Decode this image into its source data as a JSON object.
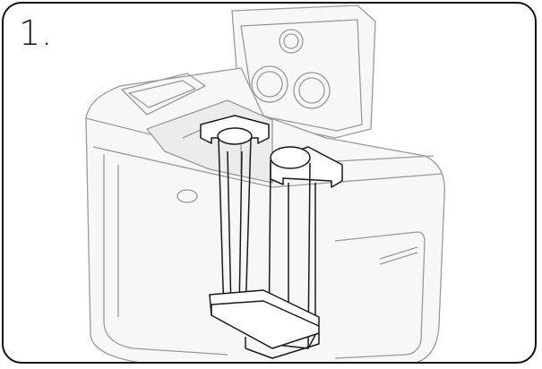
{
  "step_label": "1.",
  "colors": {
    "frame": "#111111",
    "device_outline": "#9a9a9a",
    "device_fill": "#f7f7f7",
    "cartridge_outline": "#1a1a1a"
  },
  "icons": [
    "printer-device-illustration",
    "ink-cartridge-pair"
  ]
}
